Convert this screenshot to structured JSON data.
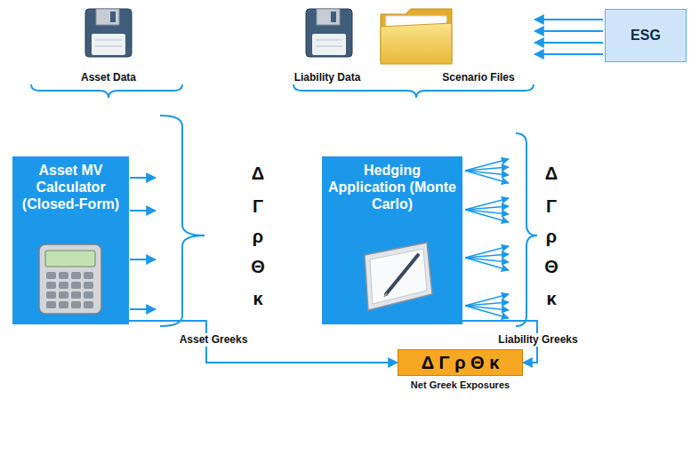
{
  "diagram": {
    "nodes": [
      {
        "text": [
          "Asset MV Calculator (Closed-Form)"
        ]
      },
      {
        "text": [
          "Hedging Application (Monte Carlo)"
        ]
      },
      {
        "text": [
          "ESG"
        ]
      },
      {
        "text": [
          "Δ Γ ρ Θ κ",
          "Net Greek Exposures"
        ]
      }
    ],
    "edges": [
      {
        "from": 0,
        "to": 3,
        "arrow": "to"
      },
      {
        "from": 1,
        "to": 3,
        "arrow": "to"
      }
    ],
    "labels": [
      "Asset Data",
      "Liability Data",
      "Scenario Files",
      "Δ",
      "Γ",
      "ρ",
      "Θ",
      "κ",
      "Asset Greeks",
      "Δ",
      "Γ",
      "ρ",
      "Θ",
      "κ",
      "Liability Greeks"
    ]
  }
}
